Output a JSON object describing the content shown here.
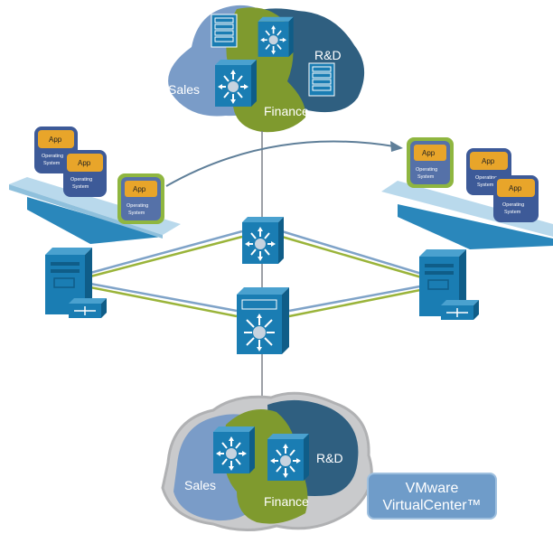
{
  "top_cloud": {
    "labels": {
      "sales": "Sales",
      "finance": "Finance",
      "rd": "R&D"
    }
  },
  "bottom_cloud": {
    "labels": {
      "sales": "Sales",
      "finance": "Finance",
      "rd": "R&D"
    }
  },
  "vm_boxes": {
    "app_label": "App",
    "os_line1": "Operating",
    "os_line2": "System"
  },
  "management": {
    "line1": "VMware",
    "line2": "VirtualCenter™"
  },
  "colors": {
    "cloud_sales": "#7a9cc8",
    "cloud_finance": "#7f9a2e",
    "cloud_rd": "#2f5f80",
    "device_blue": "#1a7db3",
    "app_orange": "#e8a52a",
    "os_blue": "#5571a8",
    "link_green": "#9ab43a",
    "link_blue": "#7fa3c8",
    "platform": "#b9d9ec",
    "vm_highlight_border": "#8fb640"
  },
  "icons": [
    "switch-icon",
    "server-icon",
    "storage-icon",
    "migration-arrow-icon"
  ]
}
